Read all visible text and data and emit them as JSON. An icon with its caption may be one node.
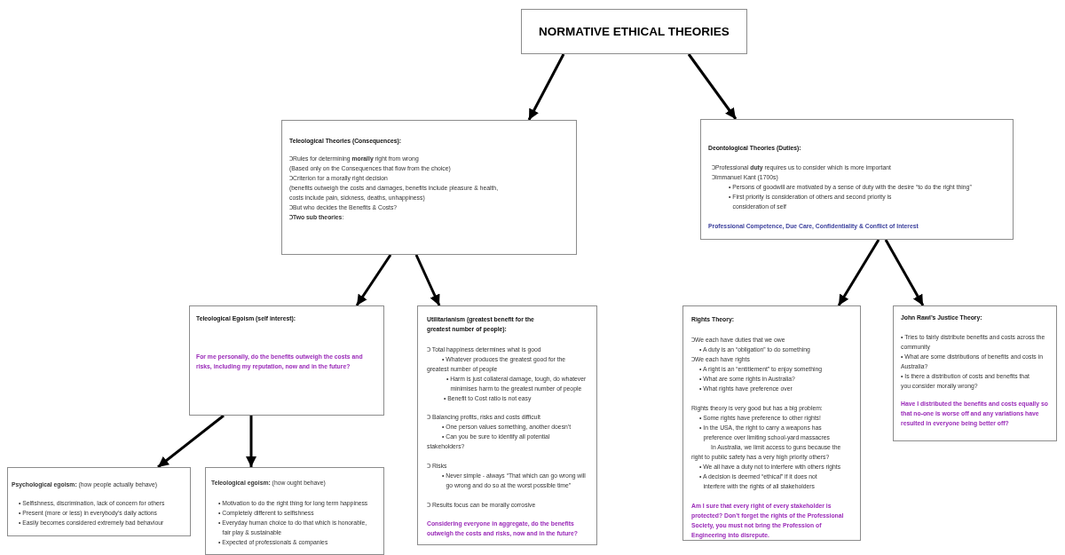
{
  "diagram": {
    "nodes": [
      {
        "text": [
          "NORMATIVE ETHICAL THEORIES"
        ]
      },
      {
        "text": [
          "Teleological Theories (Consequences):",
          "ↃRules for determining **morally** right from wrong",
          "(Based only on the Consequences that flow from the choice)",
          "ↃCriterion for a morally right decision",
          "(benefits outweigh the costs and damages, benefits include pleasure & health, costs include pain, sickness, deaths, unhappiness)",
          "ↃBut who decides the Benefits & Costs?",
          "**ↃTwo sub theories**:"
        ]
      },
      {
        "text": [
          "Deontological Theories (Duties):",
          "ↃProfessional **duty** requires us to consider which is more important",
          "ↃImmanuel Kant (1700s)",
          "• Persons of goodwill are motivated by a sense of duty with the desire “to do the right thing”",
          "• First priority is consideration of others and second priority is consideration of self",
          "Professional Competence, Due Care, Confidentiality & Conflict of Interest"
        ]
      },
      {
        "text": [
          "Teleological Egoism (self interest):",
          "For me personally, do the benefits outweigh the costs and risks, including my reputation, now and in the future?"
        ]
      },
      {
        "text": [
          "Utilitarianism (greatest benefit for the greatest number of people):",
          "Ↄ Total happiness determines what is good",
          "• Whatever produces the greatest good for the greatest number of people",
          "• Harm is just collateral damage, tough, do whatever minimises harm to the greatest number of people",
          "• Benefit to Cost ratio is not easy",
          "Ↄ Balancing profits, risks and costs difficult",
          "• One person values something, another doesn’t",
          "• Can you be sure to identify all potential stakeholders?",
          "Ↄ Risks",
          "• Never simple - always “That which can go wrong will go wrong and do so at the worst possible time”",
          "Ↄ Results focus can be morally corrosive",
          "Considering everyone in aggregate, do the benefits outweigh the costs and risks, now and in the future?"
        ]
      },
      {
        "text": [
          "Rights Theory:",
          "ↃWe each have duties that we owe",
          "• A duty is an “obligation” to do something",
          "ↃWe each have rights",
          "• A right is an “entitlement” to enjoy something",
          "• What are some rights in Australia?",
          "• What rights have preference over",
          "Rights theory is very good but has a big problem:",
          "• Some rights have preference to other rights!",
          "• In the USA, the right to carry a weapons has preference over limiting school-yard massacres",
          "In Australia, we limit access to guns because the right to public safety has a very high priority others?",
          "• We all have a duty not to interfere with others rights",
          "• A decision is deemed “ethical” if it does not interfere with the rights of all stakeholders",
          "Am I sure that every right of every stakeholder is protected? Don’t forget the rights of the Professional Society, you must not bring the Profession of Engineering into disrepute."
        ]
      },
      {
        "text": [
          "John Rawl’s Justice Theory:",
          "• Tries to fairly distribute benefits and costs across the community",
          "• What are some distributions of benefits and costs in Australia?",
          "• Is there a distribution of costs and benefits that you consider morally wrong?",
          "Have I distributed the benefits and costs equally so that no-one is worse off and any variations have resulted in everyone being better off?"
        ]
      },
      {
        "text": [
          "**Psychological egoism:** (how people actually behave)",
          "• Selfishness, discrimination, lack of concern for others",
          "• Present (more or less) in everybody’s daily actions",
          "• Easily becomes considered extremely bad behaviour"
        ]
      },
      {
        "text": [
          "**Teleological egoism:** (how ought behave)",
          "• Motivation to do the right thing for long term happiness",
          "• Completely different to selfishness",
          "• Everyday human choice to do that which is honorable, fair play & sustainable",
          "• Expected of professionals & companies"
        ]
      }
    ],
    "edges": [
      {
        "from": 0,
        "to": 1,
        "arrow": "to"
      },
      {
        "from": 0,
        "to": 2,
        "arrow": "to"
      },
      {
        "from": 1,
        "to": 3,
        "arrow": "to"
      },
      {
        "from": 1,
        "to": 4,
        "arrow": "to"
      },
      {
        "from": 2,
        "to": 5,
        "arrow": "to"
      },
      {
        "from": 2,
        "to": 6,
        "arrow": "to"
      },
      {
        "from": 3,
        "to": 7,
        "arrow": "to"
      },
      {
        "from": 3,
        "to": 8,
        "arrow": "to"
      }
    ]
  }
}
